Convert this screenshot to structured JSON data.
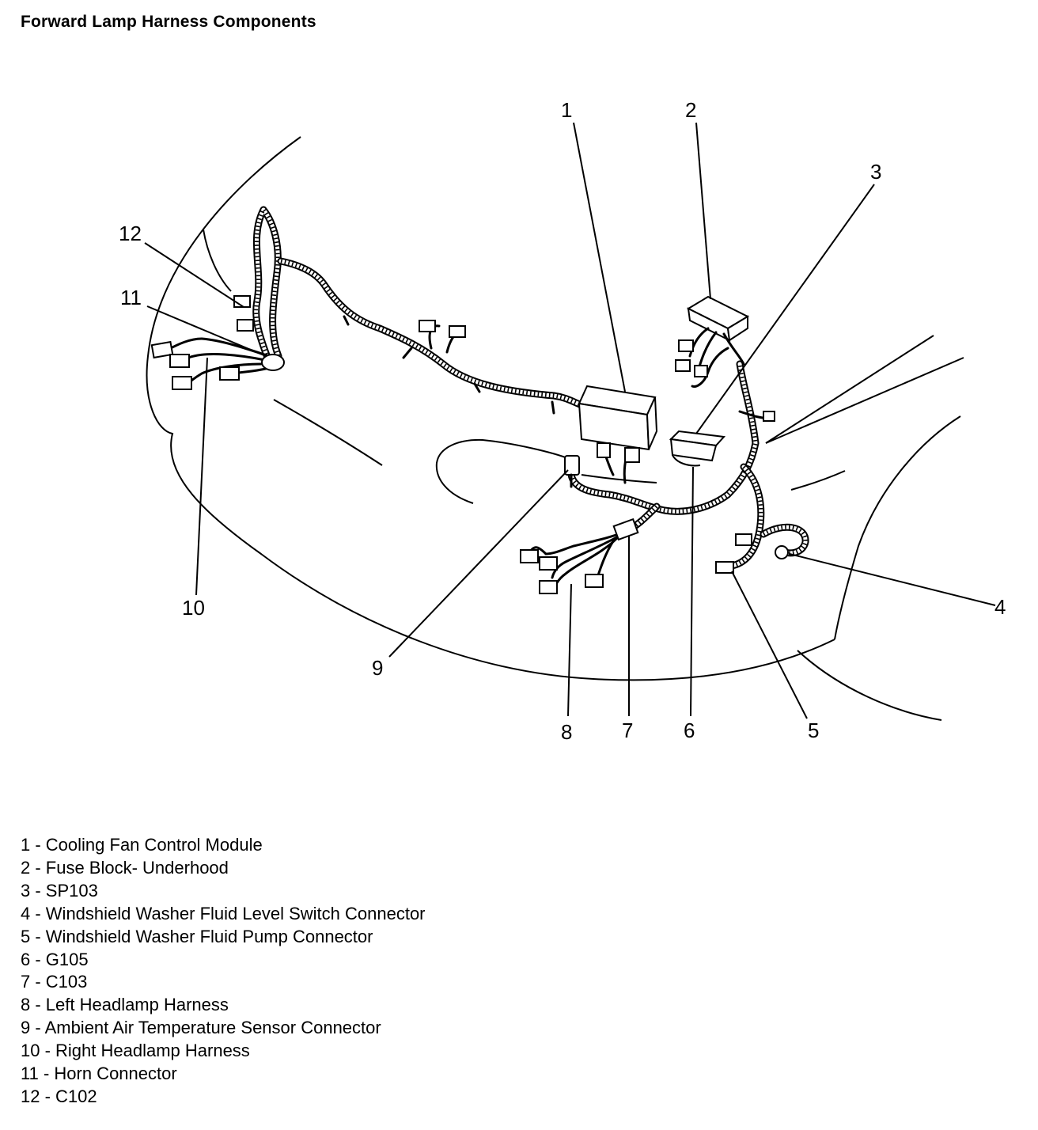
{
  "title": "Forward Lamp Harness Components",
  "callouts": [
    "1",
    "2",
    "3",
    "4",
    "5",
    "6",
    "7",
    "8",
    "9",
    "10",
    "11",
    "12"
  ],
  "legend": [
    "1 - Cooling Fan Control Module",
    "2 - Fuse Block- Underhood",
    "3 - SP103",
    "4 - Windshield Washer Fluid Level Switch Connector",
    "5 - Windshield Washer Fluid Pump Connector",
    "6 - G105",
    "7 - C103",
    "8 - Left Headlamp Harness",
    "9 - Ambient Air Temperature Sensor Connector",
    "10 - Right Headlamp Harness",
    "11 - Horn Connector",
    "12 - C102"
  ],
  "colors": {
    "line": "#000000",
    "background": "#ffffff"
  }
}
